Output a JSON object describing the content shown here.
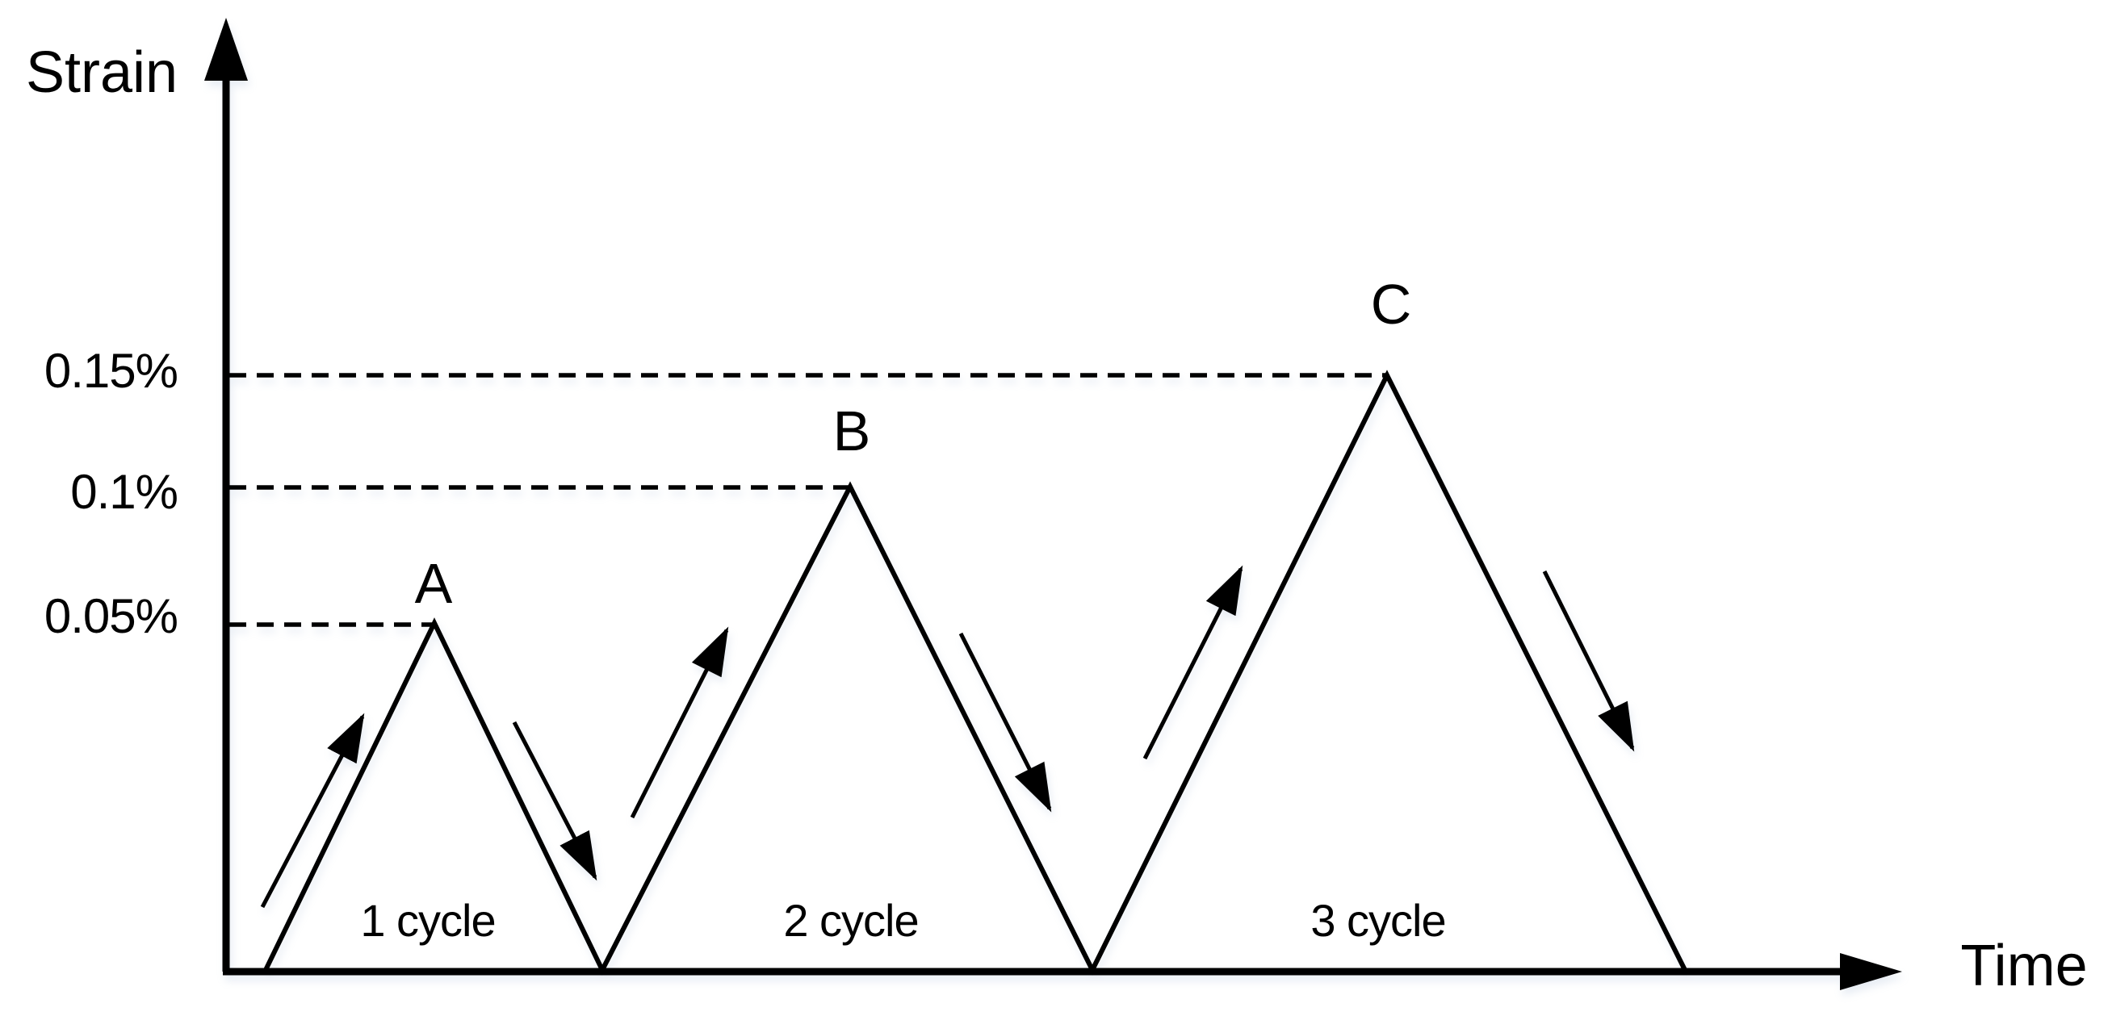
{
  "figure": {
    "y_axis_label": "Strain",
    "x_axis_label": "Time",
    "y_tick_labels": [
      "0.15%",
      "0.1%",
      "0.05%"
    ],
    "peak_labels": [
      "A",
      "B",
      "C"
    ],
    "cycle_labels": [
      "1 cycle",
      "2 cycle",
      "3 cycle"
    ],
    "line_color": "#000000",
    "background_color": "#ffffff"
  },
  "chart_data": {
    "type": "line",
    "title": "",
    "xlabel": "Time",
    "ylabel": "Strain",
    "grid": false,
    "legend": false,
    "y_ticks": [
      "0.05%",
      "0.1%",
      "0.15%"
    ],
    "series": [
      {
        "name": "cyclic strain loading path",
        "x_description": "time (schematic; three successive triangular cycles, not to scale)",
        "strain_percent_values": [
          0,
          0.05,
          0,
          0.1,
          0,
          0.15,
          0
        ]
      }
    ],
    "annotations": {
      "peaks": [
        {
          "label": "A",
          "strain": "0.05%",
          "cycle": "1 cycle"
        },
        {
          "label": "B",
          "strain": "0.1%",
          "cycle": "2 cycle"
        },
        {
          "label": "C",
          "strain": "0.15%",
          "cycle": "3 cycle"
        }
      ],
      "cycle_labels": [
        "1 cycle",
        "2 cycle",
        "3 cycle"
      ],
      "dashed_level_lines": [
        "0.05% level to peak A",
        "0.1% level to peak B",
        "0.15% level to peak C"
      ],
      "direction_arrows": "up-arrow beside each loading ramp, down-arrow beside each unloading ramp"
    }
  }
}
